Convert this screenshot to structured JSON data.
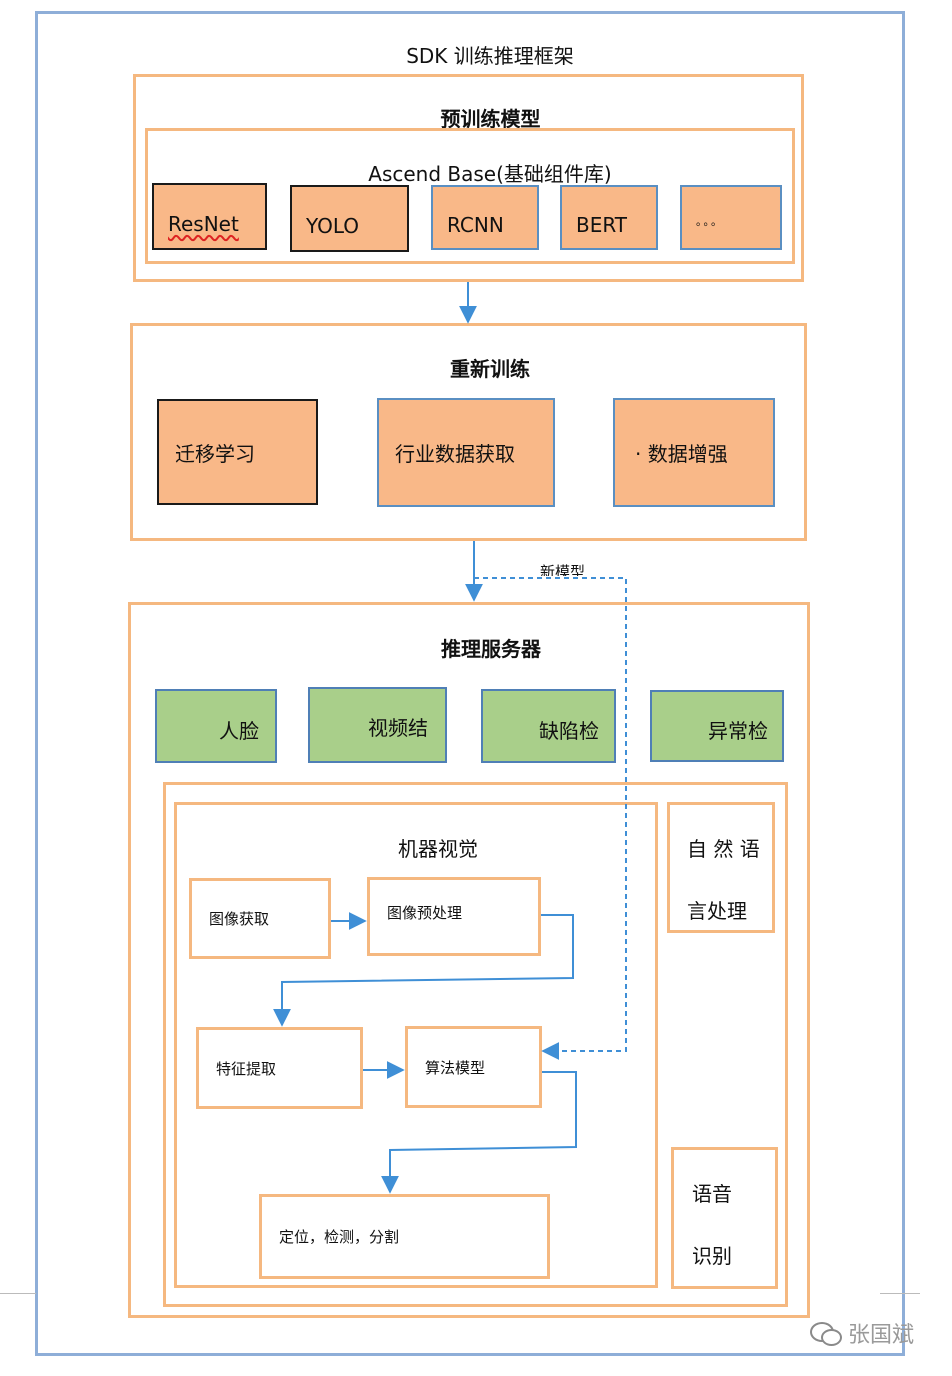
{
  "main_title": "SDK 训练推理框架",
  "pretrain": {
    "title": "预训练模型",
    "base_title": "Ascend Base(基础组件库)",
    "models": [
      "ResNet",
      "YOLO",
      "RCNN",
      "BERT",
      "。。。"
    ]
  },
  "retrain": {
    "title": "重新训练",
    "items": [
      "迁移学习",
      "行业数据获取",
      "· 数据增强"
    ]
  },
  "new_model_label": "新模型",
  "inference": {
    "title": "推理服务器",
    "apps": [
      "人脸",
      "视频结",
      "缺陷检",
      "异常检"
    ],
    "cv": {
      "title": "机器视觉",
      "steps": [
        "图像获取",
        "图像预处理",
        "特征提取",
        "算法模型",
        "定位，检测，分割"
      ]
    },
    "nlp": {
      "line1": "自 然 语",
      "line2": "言处理"
    },
    "speech": {
      "line1": "语音",
      "line2": "识别"
    }
  },
  "watermark": "张国斌",
  "colors": {
    "border_blue": "#8eaed8",
    "orange": "#f9b888",
    "orange_border": "#f5b880",
    "green": "#a9cf8a",
    "arrow": "#3f8fd6"
  }
}
